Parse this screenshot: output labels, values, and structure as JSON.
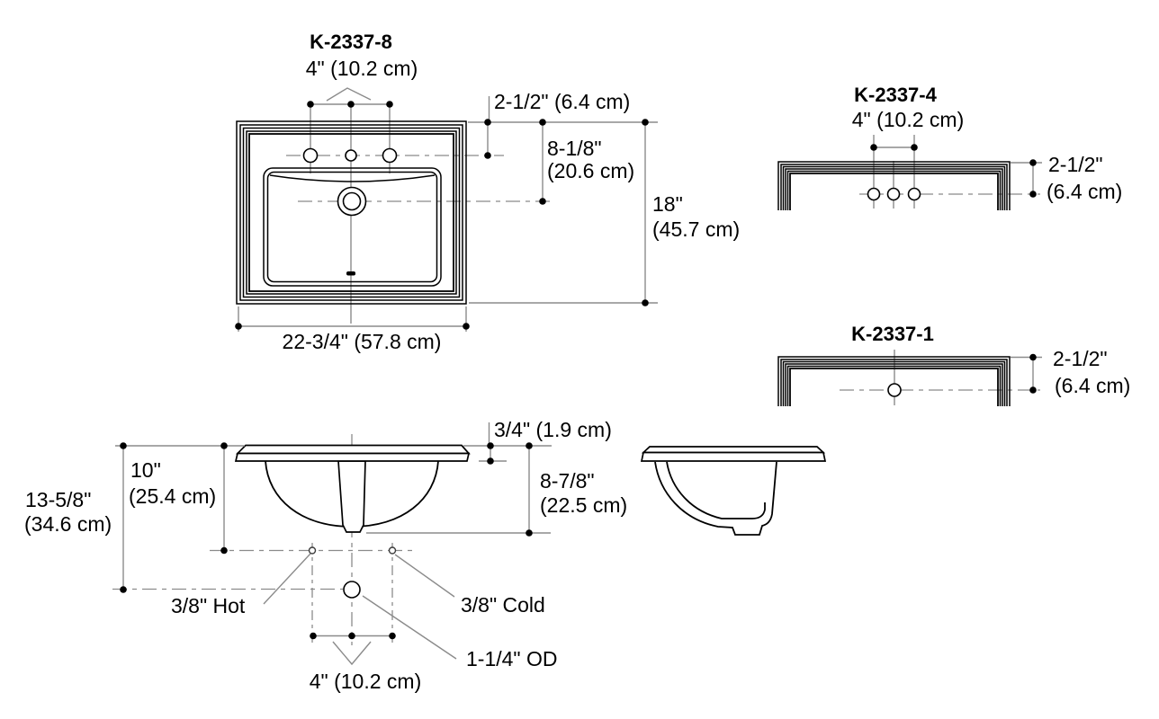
{
  "diagram": {
    "colors": {
      "line": "#000000",
      "dimension": "#8b8b8b",
      "background": "#ffffff"
    },
    "top_view": {
      "title": "K-2337-8",
      "faucet_spacing": "4\" (10.2 cm)",
      "hole_setback": "2-1/2\" (6.4 cm)",
      "drain_setback_in": "8-1/8\"",
      "drain_setback_cm": "(20.6 cm)",
      "front_to_back_in": "18\"",
      "front_to_back_cm": "(45.7 cm)",
      "width": "22-3/4\" (57.8 cm)"
    },
    "centerset_view": {
      "title": "K-2337-4",
      "faucet_spacing": "4\" (10.2 cm)",
      "hole_setback_in": "2-1/2\"",
      "hole_setback_cm": "(6.4 cm)"
    },
    "single_hole_view": {
      "title": "K-2337-1",
      "hole_setback_in": "2-1/2\"",
      "hole_setback_cm": "(6.4 cm)"
    },
    "front_view": {
      "overall_height_in": "13-5/8\"",
      "overall_height_cm": "(34.6 cm)",
      "supply_drop_in": "10\"",
      "supply_drop_cm": "(25.4 cm)",
      "rim_thickness": "3/4\" (1.9 cm)",
      "drain_drop_in": "8-7/8\"",
      "drain_drop_cm": "(22.5 cm)",
      "hot_supply": "3/8\" Hot",
      "cold_supply": "3/8\" Cold",
      "drain_od": "1-1/4\" OD",
      "supply_spacing": "4\" (10.2 cm)"
    }
  }
}
